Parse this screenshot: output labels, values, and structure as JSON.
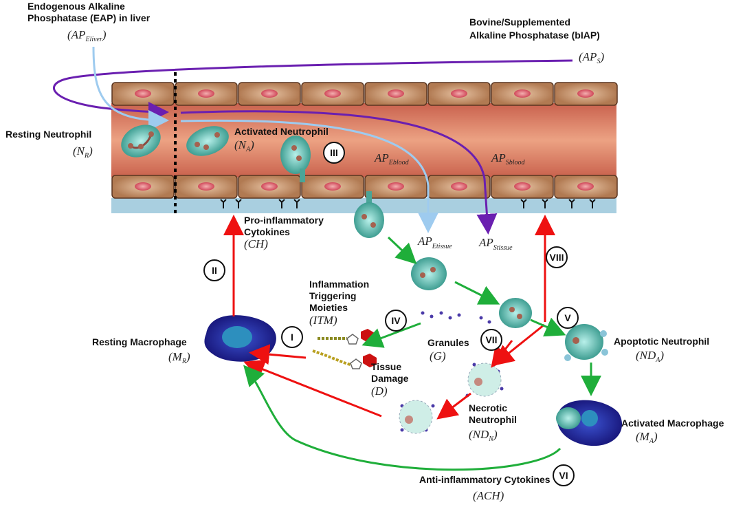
{
  "labels": {
    "eap": [
      "Endogenous Alkaline",
      "Phosphatase (EAP) in liver"
    ],
    "ap_eliver": {
      "main": "(AP",
      "sub": "Eliver",
      "close": ")"
    },
    "biap": [
      "Bovine/Supplemented",
      "Alkaline Phosphatase (bIAP)"
    ],
    "ap_s": {
      "main": "(AP",
      "sub": "S",
      "close": ")"
    },
    "resting_neutrophil": "Resting Neutrophil",
    "n_r": {
      "main": "(N",
      "sub": "R",
      "close": ")"
    },
    "activated_neutrophil": "Activated  Neutrophil",
    "n_a": {
      "main": "(N",
      "sub": "A",
      "close": ")"
    },
    "ap_eblood": {
      "main": "AP",
      "sub": "Eblood"
    },
    "ap_sblood": {
      "main": "AP",
      "sub": "Sblood"
    },
    "ap_etissue": {
      "main": "AP",
      "sub": "Etissue"
    },
    "ap_stissue": {
      "main": "AP",
      "sub": "Stissue"
    },
    "pro_inflammatory": [
      "Pro-inflammatory",
      "Cytokines"
    ],
    "ch": "(CH)",
    "itm_label": [
      "Inflammation",
      "Triggering",
      "Moieties"
    ],
    "itm": "(ITM)",
    "granules": "Granules",
    "g": "(G)",
    "resting_macrophage": "Resting Macrophage",
    "m_r": {
      "main": "(M",
      "sub": "R",
      "close": ")"
    },
    "tissue_damage": [
      "Tissue",
      "Damage"
    ],
    "d": "(D)",
    "apoptotic_neutrophil": "Apoptotic Neutrophil",
    "nd_a": {
      "main": "(ND",
      "sub": "A",
      "close": ")"
    },
    "necrotic_neutrophil": [
      "Necrotic",
      "Neutrophil"
    ],
    "nd_n": {
      "main": "(ND",
      "sub": "N",
      "close": ")"
    },
    "activated_macrophage": "Activated  Macrophage",
    "m_a": {
      "main": "(M",
      "sub": "A",
      "close": ")"
    },
    "anti_inflammatory": "Anti-inflammatory Cytokines",
    "ach": "(ACH)"
  },
  "steps": [
    "I",
    "II",
    "III",
    "IV",
    "V",
    "VI",
    "VII",
    "VIII"
  ],
  "colors": {
    "endothelial_cell": "#b9825a",
    "lumen": "#e0876a",
    "basement": "#a9cfe0",
    "neutrophil": "#5fc2b5",
    "macrophage": "#2b2fa0",
    "eap_arrow": "#9ecbef",
    "biap_arrow": "#6a1fb0",
    "pro_arrow": "#ee1111",
    "anti_arrow": "#1fae3a"
  }
}
